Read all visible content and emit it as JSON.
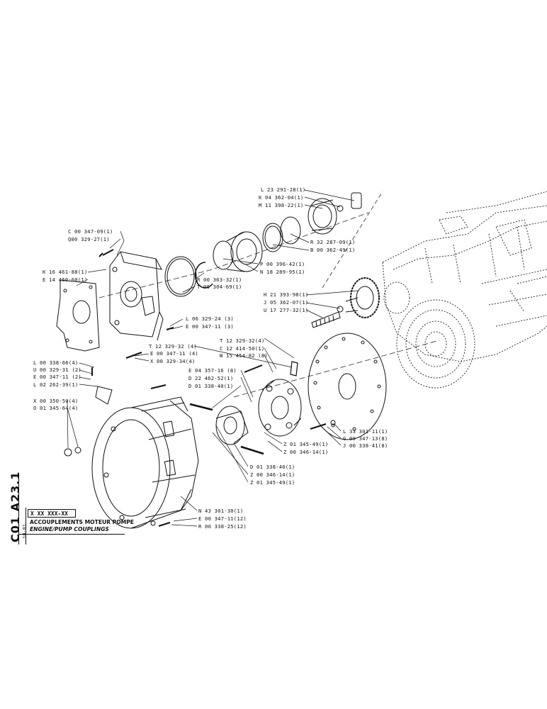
{
  "title_block": {
    "code": "C01 A23.1",
    "date": "10-81",
    "reference": "X XX XXX-XX",
    "title_fr": "ACCOUPLEMENTS MOTEUR POMPE",
    "title_en": "ENGINE/PUMP COUPLINGS"
  },
  "part_labels": {
    "l23_291_28": "L 23 291-28(1)",
    "k04_362_04": "K 04 362-04(1)",
    "m11_398_22": "M 11 398-22(1)",
    "r32_287_09": "R 32 287-09(1)",
    "b00_362_49": "B 00 362-49(1)",
    "c00_347_09": "C 00 347-09(1)",
    "q00_329_27": "Q00 329-27(1)",
    "p00_396_42": "P 00 396-42(1)",
    "n18_289_95": "N 18 289-95(1)",
    "k16_461_88": "K 16 461-88(1)",
    "e14_460_60": "E 14 460-60(1)",
    "r00_363_32": "R 00 363-32(1)",
    "t00_304_69": "T 00 304-69(1)",
    "h21_393_98": "H 21 393-98(1)",
    "j05_362_07": "J 05 362-07(1)",
    "u17_277_32": "U 17 277-32(1)",
    "l06_329_24": "L 06 329-24 (3)",
    "e00_347_11_3": "E 00 347-11 (3)",
    "t12_329_32_4a": "T 12 329-32 (4)",
    "e00_347_11_4": "E 00 347-11 (4)",
    "x00_329_34": "X 00 329-34(4)",
    "t12_329_32_4b": "T 12 329-32(4)",
    "c12_414_50": "C 12 414-50(1)",
    "w15_454_82": "W 15 454-82 (8)",
    "l00_338_66": "L 00 338-66(4)",
    "u00_329_31": "U 00 329-31 (2)",
    "e00_347_11_2": "E 00 347-11 (2)",
    "l02_262_39": "L 02 262-39(1)",
    "e04_357_16": "E 04 357-16 (8)",
    "d22_462_52": "D 22 462-52(1)",
    "d01_338_40_a": "D 01 338-40(1)",
    "x00_350_50": "X 00 350-50(4)",
    "o01_345_64": "O 01 345-64(4)",
    "l33_301_11": "L 33 301-11(1)",
    "g00_347_13": "G 00 347-13(8)",
    "j00_338_41": "J 00 338-41(8)",
    "z01_345_49_a": "Z 01 345-49(1)",
    "z00_346_14_a": "Z 00 346-14(1)",
    "d01_338_40_b": "D 01 338-40(1)",
    "z00_346_14_b": "Z 00 346-14(1)",
    "z01_345_49_b": "Z 01 345-49(1)",
    "n43_301_30": "N 43 301-30(1)",
    "e00_347_11_12": "E 00 347-11(12)",
    "r00_338_25": "R 00 338-25(12)"
  }
}
